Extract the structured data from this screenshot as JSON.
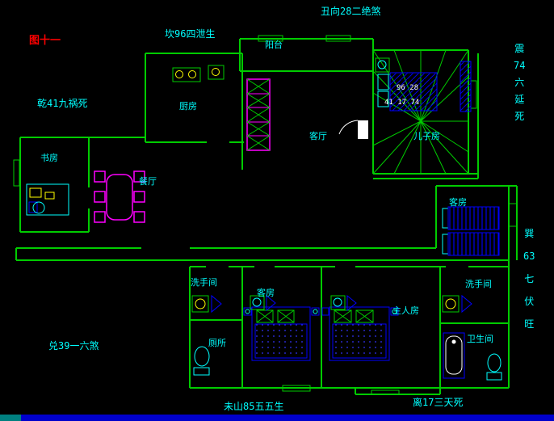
{
  "figure_label": "图十一",
  "fengshui": {
    "top": "丑向28二绝煞",
    "top_left": "坎96四泄生",
    "left": "乾41九祸死",
    "bottom_left": "兑39一六煞",
    "bottom_center": "未山85五五生",
    "bottom_right": "离17三天死",
    "right_upper": [
      "震",
      "74",
      "六",
      "延",
      "死"
    ],
    "right_lower": [
      "巽",
      "63",
      "七",
      "伏",
      "旺"
    ]
  },
  "rooms": {
    "balcony": "阳台",
    "kitchen": "厨房",
    "living_room": "客厅",
    "sons_room": "儿子房",
    "guest_room_right": "客房",
    "study": "书房",
    "dining_room": "餐厅",
    "washroom_left": "洗手间",
    "toilet": "厕所",
    "guest_room_bottom": "客房",
    "master_bedroom": "主人房",
    "washroom_right": "洗手间",
    "bathroom": "卫生间"
  },
  "compass": {
    "row1": "96 28",
    "row2": "41 17 74"
  },
  "colors": {
    "background": "#000000",
    "walls": "#00cc00",
    "room_labels": "#00ffff",
    "figure_label": "#ff0000",
    "beds": "#0000ff",
    "dining_set": "#ff00ff",
    "fixtures_accent": "#ffff00",
    "taskbar": "#0000cc",
    "taskbar_corner": "#008080"
  }
}
